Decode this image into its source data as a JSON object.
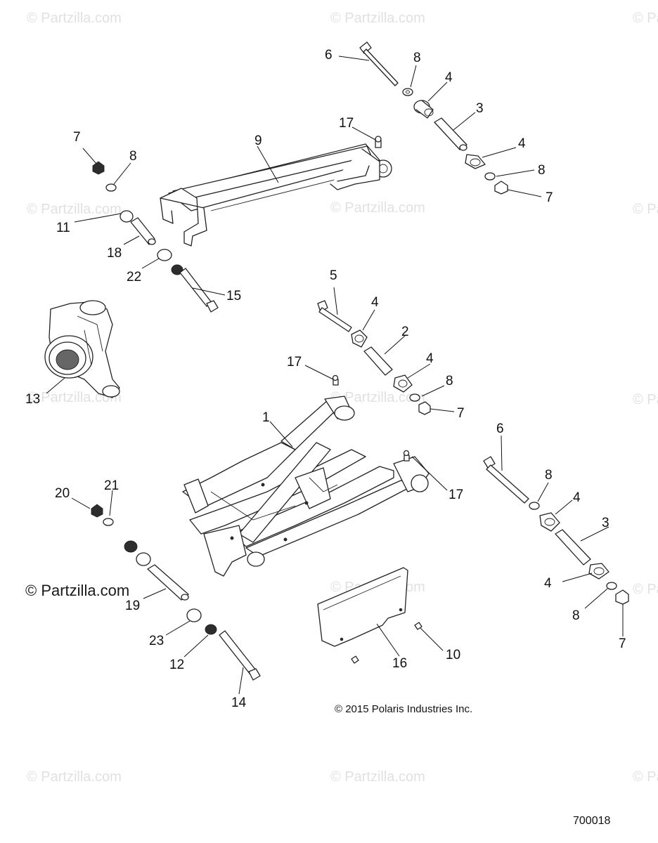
{
  "watermark": {
    "text": "© Partzilla.com"
  },
  "copyright": "© 2015 Polaris Industries Inc.",
  "figure_id": "700018",
  "callouts": [
    "1",
    "2",
    "3",
    "4",
    "5",
    "6",
    "7",
    "8",
    "9",
    "10",
    "11",
    "12",
    "13",
    "14",
    "15",
    "16",
    "17",
    "18",
    "19",
    "20",
    "21",
    "22",
    "23"
  ]
}
